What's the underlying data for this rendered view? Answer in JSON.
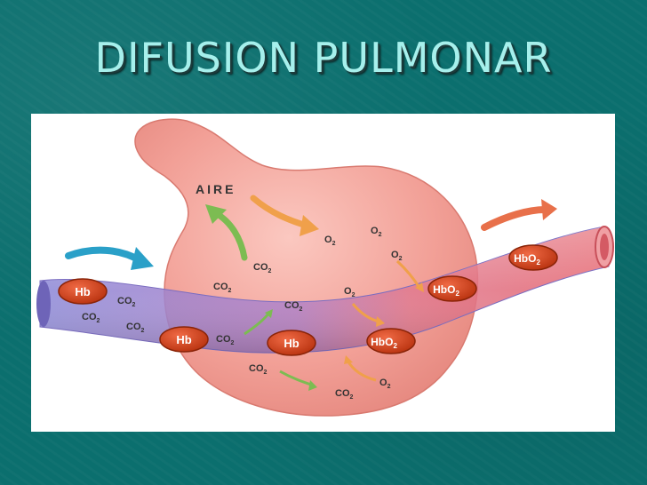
{
  "slide": {
    "title": "DIFUSION PULMONAR"
  },
  "diagram": {
    "air_label": "AIRE",
    "labels": {
      "o2": "O",
      "o2_sub": "2",
      "co2": "CO",
      "co2_sub": "2",
      "hb": "Hb",
      "hbo2": "HbO",
      "hbo2_sub": "2"
    },
    "colors": {
      "background": "#0b6f6e",
      "title": "#a6f0ec",
      "alveolus": "#f3a39a",
      "capillary_venous": "#8f87d8",
      "capillary_arterial": "#e56a72",
      "rbc": "#d6431f",
      "arrow_o2": "#f0a04a",
      "arrow_co2": "#7cbc52",
      "arrow_blood_in": "#2aa0c8",
      "arrow_blood_out": "#e8704a"
    }
  }
}
